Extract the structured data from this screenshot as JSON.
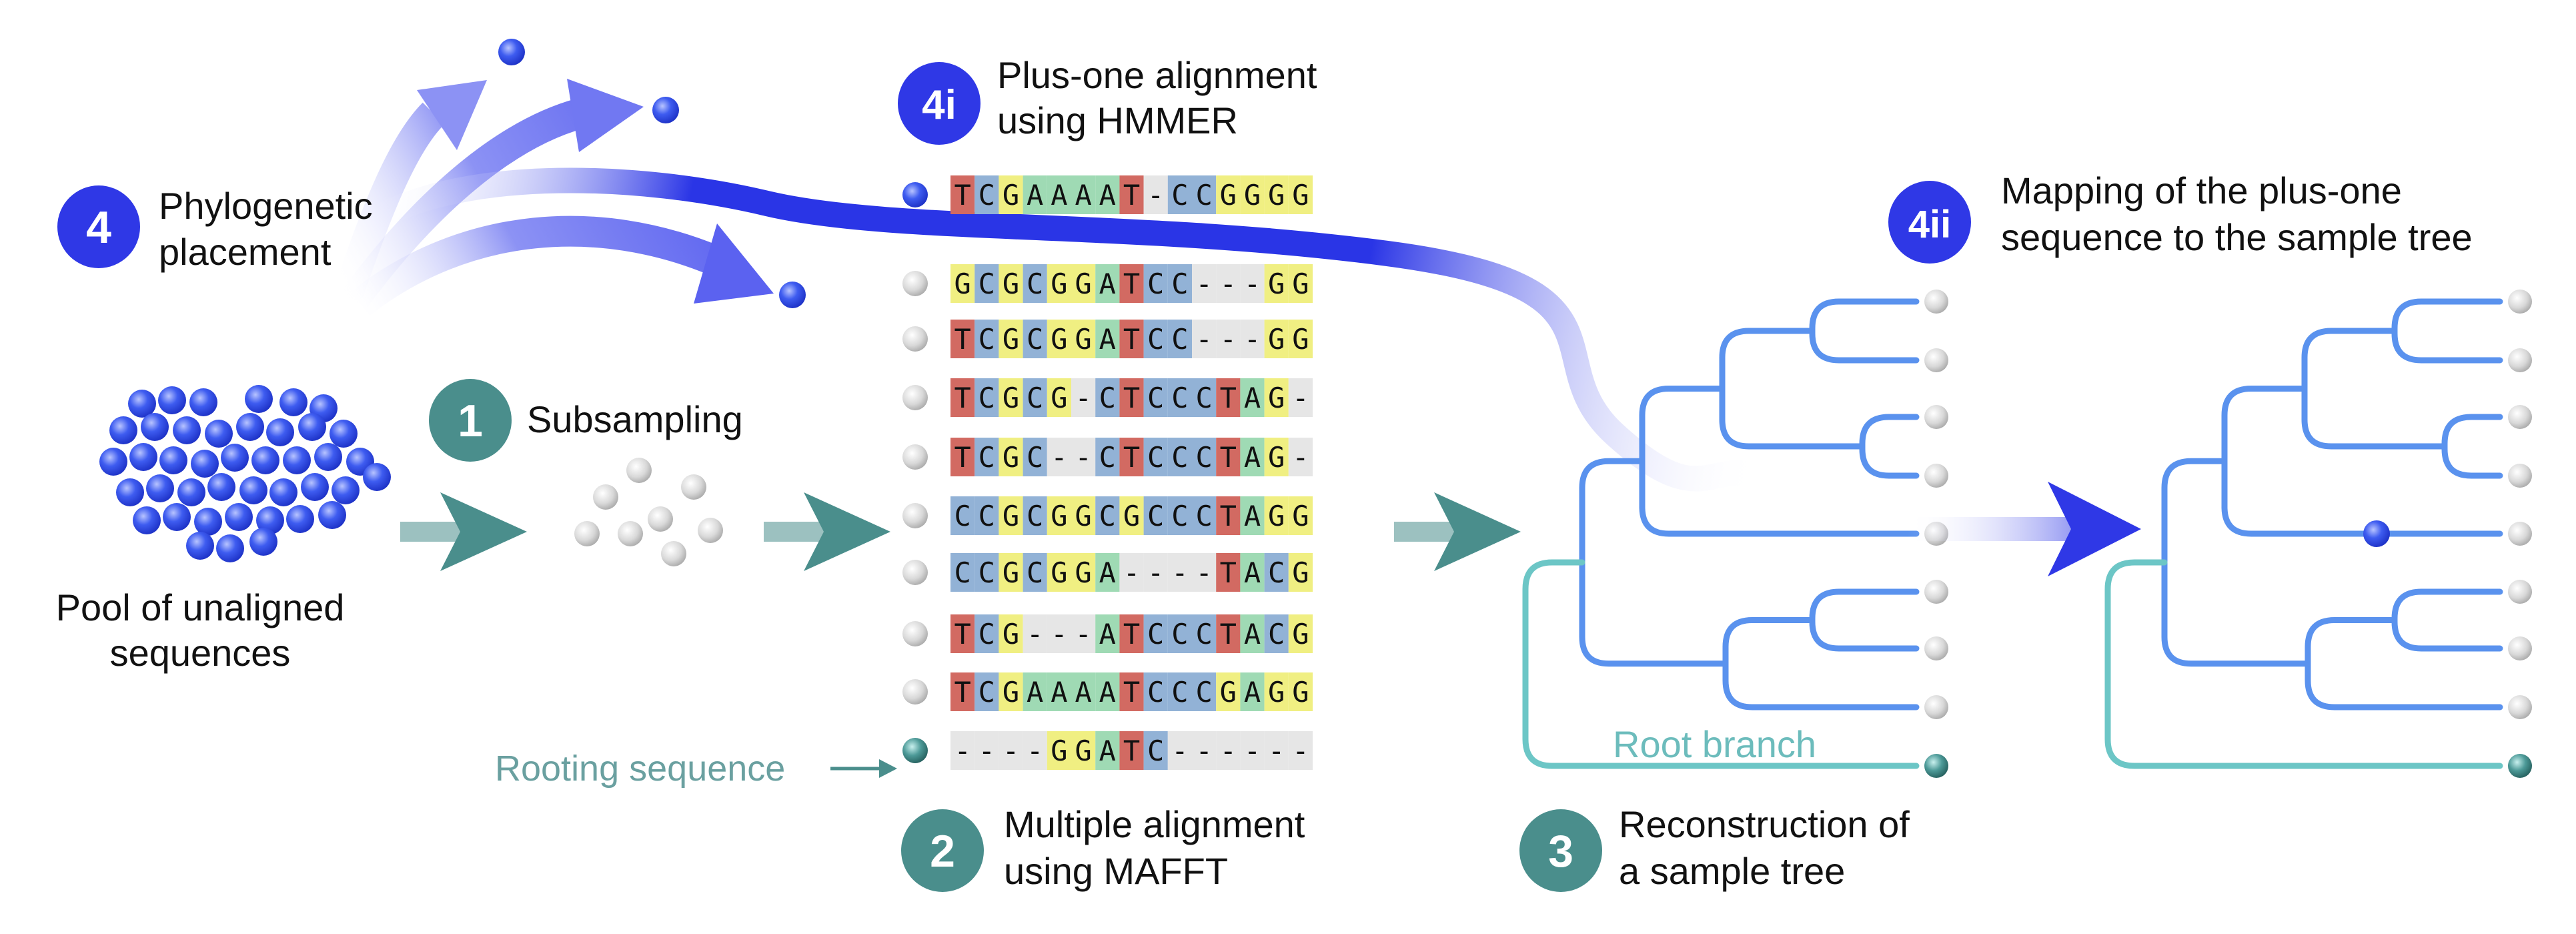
{
  "steps": {
    "s1": {
      "num": "1",
      "label": "Subsampling"
    },
    "s2": {
      "num": "2",
      "line1": "Multiple alignment",
      "line2": "using MAFFT"
    },
    "s3": {
      "num": "3",
      "line1": "Reconstruction of",
      "line2": "a sample tree"
    },
    "s4": {
      "num": "4",
      "line1": "Phylogenetic",
      "line2": "placement"
    },
    "s4i": {
      "num": "4i",
      "line1": "Plus-one alignment",
      "line2": "using HMMER"
    },
    "s4ii": {
      "num": "4ii",
      "line1": "Mapping of the plus-one",
      "line2": "sequence to the sample tree"
    }
  },
  "pool": {
    "line1": "Pool of unaligned",
    "line2": "sequences"
  },
  "rooting_label": "Rooting sequence",
  "root_branch_label": "Root branch",
  "query_sequence": "TCGAAAAT-CCGGGG",
  "alignment": [
    "GCGCGGATCC---GG",
    "TCGCGGATCC---GG",
    "TCGCG-CTCCCTAG-",
    "TCGC--CTCCCTAG-",
    "CCGCGGCGCCCTAGG",
    "CCGCGGA----TACG",
    "TCG---ATCCCTACG",
    "TCGAAAATCCCGAGG",
    "----GGATC------"
  ],
  "colors": {
    "teal": "#4a8e8c",
    "blue": "#2f38e6",
    "tree_blue": "#5a92ee",
    "root_teal": "#6cc6c6",
    "A": "#9fdab4",
    "C": "#92b2d6",
    "G": "#f0ef82",
    "T": "#d26a62",
    "gap": "#e6e6e6"
  }
}
